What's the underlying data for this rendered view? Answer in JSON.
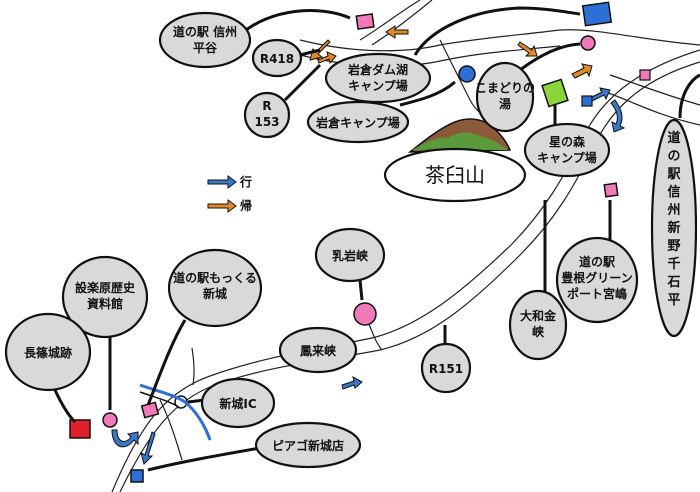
{
  "colors": {
    "outbound_arrow": "#3a78c8",
    "return_arrow": "#e08a2a",
    "bubble_fill": "#d9d9d9",
    "mountain_green": "#5a9a3a",
    "mountain_brown": "#8a5a3a",
    "pink_marker": "#f07ab8",
    "blue_marker": "#2c6fd6",
    "green_marker": "#8bd53c",
    "red_marker": "#e0202a"
  },
  "legend": {
    "outbound_label": "行",
    "return_label": "帰"
  },
  "labels": {
    "michinoeki_shinshu_hiraya": [
      "道の駅 信州",
      "平谷"
    ],
    "r418": "R418",
    "r153": [
      "R",
      "153"
    ],
    "iwakura_dam_camp": [
      "岩倉ダム湖",
      "キャンプ場"
    ],
    "iwakura_camp": "岩倉キャンプ場",
    "komadori_no_yu": [
      "こまどりの",
      "湯"
    ],
    "hoshi_no_mori_camp": [
      "星の森",
      "キャンプ場"
    ],
    "chausuyama": "茶臼山",
    "michinoeki_shinshu_shinno_sengoku": [
      "道",
      "の",
      "駅",
      "信",
      "州",
      "新",
      "野",
      "千",
      "石",
      "平"
    ],
    "nyuiwakyo": "乳岩峡",
    "michinoeki_toyone_green_port": [
      "道の駅",
      "豊根グリーン",
      "ポート宮嶋"
    ],
    "owakakyo": [
      "大和金",
      "峡"
    ],
    "r151": "R151",
    "hoshakyo": "鳳来峡",
    "shitara_museum": [
      "設楽原歴史",
      "資料館"
    ],
    "michinoeki_mokkuru_shinshiro": [
      "道の駅もっくる",
      "新城"
    ],
    "shinshiro_ic": "新城IC",
    "nagashino_castle_ruins": "長篠城跡",
    "pia_go_shinshiro": "ピアゴ新城店"
  }
}
